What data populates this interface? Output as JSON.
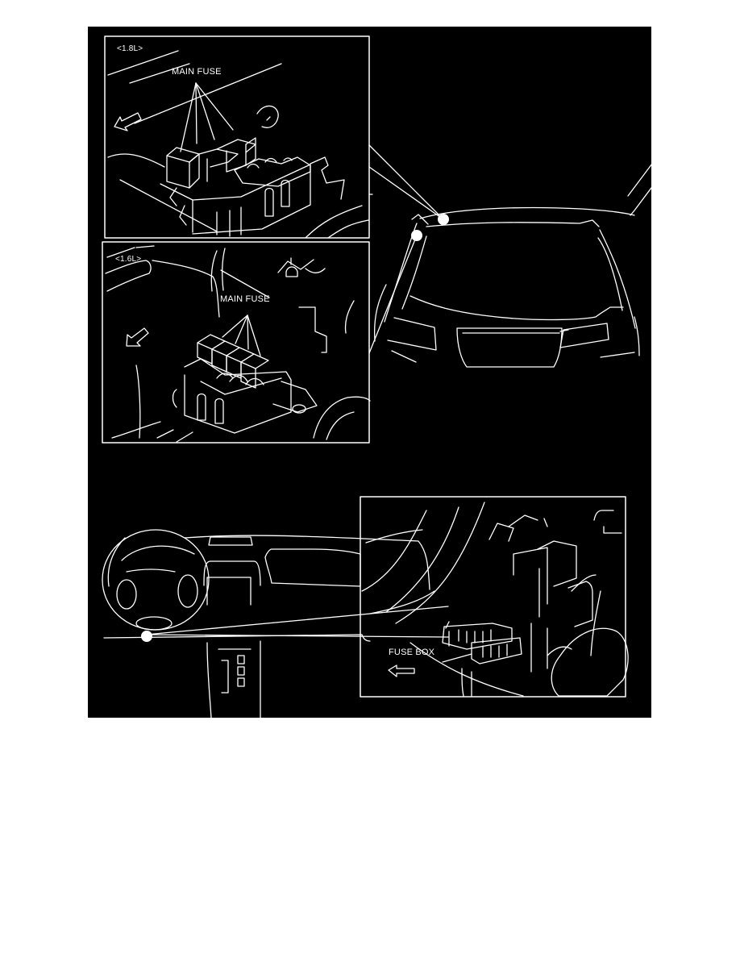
{
  "figure": {
    "background": "#000000",
    "line_color": "#ffffff",
    "panels": {
      "engine_1_8l": {
        "variant_label": "<1.8L>",
        "callout": "MAIN FUSE",
        "fuse_count": 4,
        "arrow_icon": "front-direction-arrow"
      },
      "engine_1_6l": {
        "variant_label": "<1.6L>",
        "callout": "MAIN FUSE",
        "fuse_count": 4,
        "arrow_icon": "front-direction-arrow"
      },
      "vehicle_front": {
        "description": "Front view of vehicle with engine compartment location markers",
        "markers": 2
      },
      "dashboard": {
        "description": "Driver-side dashboard view with location marker under steering column",
        "markers": 1
      },
      "fuse_box_detail": {
        "callout": "FUSE BOX",
        "arrow_icon": "front-direction-arrow"
      }
    }
  }
}
